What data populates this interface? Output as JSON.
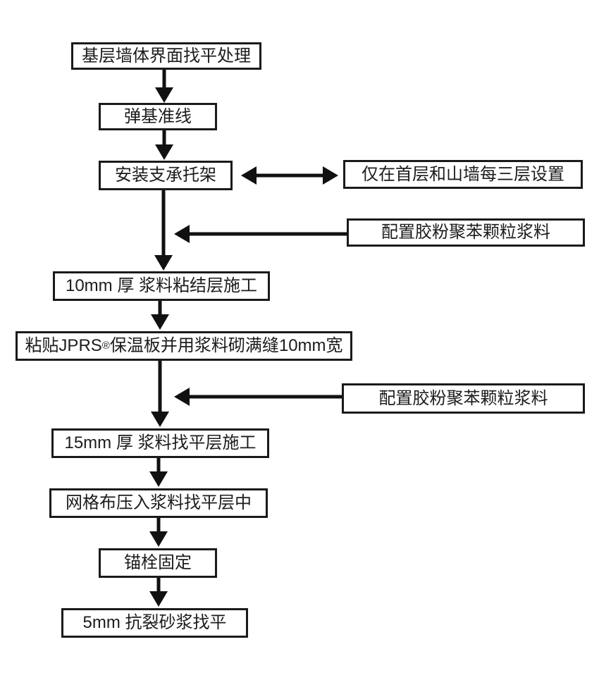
{
  "page": {
    "background": "#ffffff"
  },
  "colors": {
    "box_border": "#1a1a1a",
    "box_fill": "#ffffff",
    "arrow": "#111111",
    "text": "#1c1c1c"
  },
  "flow": {
    "steps": [
      {
        "label": "基层墙体界面找平处理"
      },
      {
        "label": "弹基准线"
      },
      {
        "label": "安装支承托架"
      },
      {
        "label": "10mm 厚 浆料粘结层施工"
      },
      {
        "label": "粘贴JPRS®保温板并用浆料砌满缝10mm宽",
        "pre": "粘贴JPRS",
        "reg": "®",
        "post": "保温板并用浆料砌满缝10mm宽"
      },
      {
        "label": "15mm 厚 浆料找平层施工"
      },
      {
        "label": "网格布压入浆料找平层中"
      },
      {
        "label": "锚栓固定"
      },
      {
        "label": "5mm 抗裂砂浆找平"
      }
    ],
    "side_notes": [
      {
        "label": "仅在首层和山墙每三层设置",
        "connects_to": "安装支承托架",
        "connector": "double-headed-arrow"
      },
      {
        "label": "配置胶粉聚苯颗粒浆料",
        "connects_to": "10mm 厚 浆料粘结层施工",
        "connector": "arrow-pointing-left-into-flow"
      },
      {
        "label": "配置胶粉聚苯颗粒浆料",
        "connects_to": "15mm 厚 浆料找平层施工",
        "connector": "arrow-pointing-left-into-flow"
      }
    ]
  }
}
